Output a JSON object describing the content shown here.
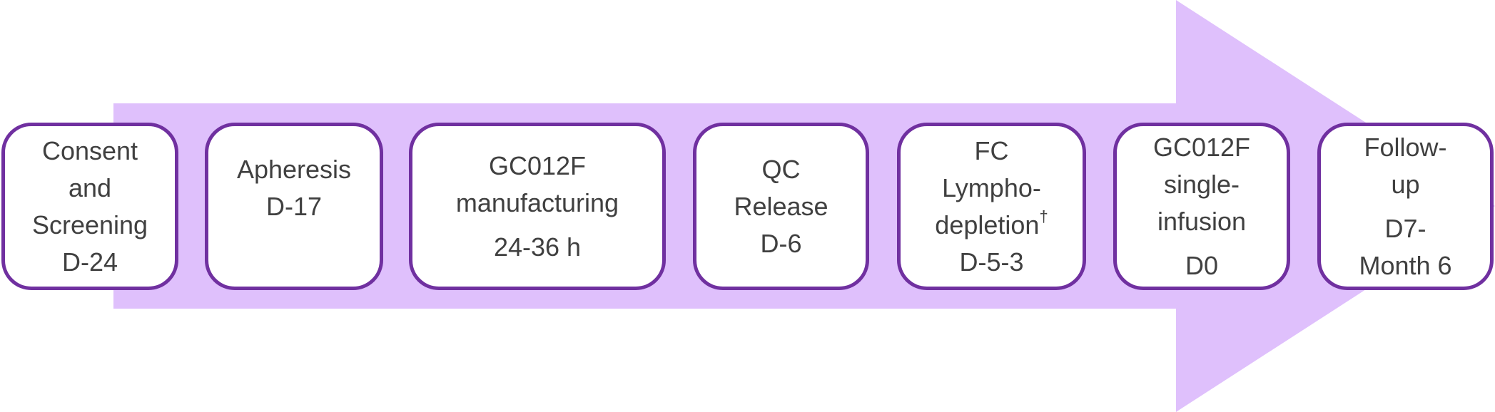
{
  "colors": {
    "arrow_fill": "#dfc0fc",
    "box_border": "#7030a0",
    "text": "#404040"
  },
  "steps": [
    {
      "lines": [
        "Consent",
        "and",
        "Screening",
        "D-24"
      ]
    },
    {
      "lines": [
        "Apheresis",
        "D-17"
      ]
    },
    {
      "lines": [
        "GC012F",
        "manufacturing"
      ],
      "detail": "24-36 h"
    },
    {
      "lines": [
        "QC",
        "Release",
        "D-6"
      ]
    },
    {
      "lines": [
        "FC",
        "Lympho-",
        "depletion",
        "D-5-3"
      ],
      "footnote_mark": "†"
    },
    {
      "lines": [
        "GC012F",
        "single-",
        "infusion"
      ],
      "detail": "D0"
    },
    {
      "lines": [
        "Follow-",
        "up"
      ],
      "detail_lines": [
        "D7-",
        "Month 6"
      ]
    }
  ]
}
